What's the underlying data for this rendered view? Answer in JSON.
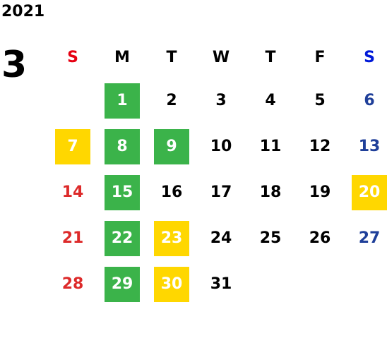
{
  "calendar": {
    "year": "2021",
    "month": "3",
    "weekdays": [
      "S",
      "M",
      "T",
      "W",
      "T",
      "F",
      "S"
    ],
    "colors": {
      "sunday": "#dd2a2a",
      "saturday": "#1f3f99",
      "green": "#3bb34a",
      "yellow": "#ffd700"
    },
    "weeks": [
      [
        {
          "day": ""
        },
        {
          "day": "1",
          "highlight": "green"
        },
        {
          "day": "2"
        },
        {
          "day": "3"
        },
        {
          "day": "4"
        },
        {
          "day": "5"
        },
        {
          "day": "6"
        }
      ],
      [
        {
          "day": "7",
          "highlight": "yellow"
        },
        {
          "day": "8",
          "highlight": "green"
        },
        {
          "day": "9",
          "highlight": "green"
        },
        {
          "day": "10"
        },
        {
          "day": "11"
        },
        {
          "day": "12"
        },
        {
          "day": "13"
        }
      ],
      [
        {
          "day": "14"
        },
        {
          "day": "15",
          "highlight": "green"
        },
        {
          "day": "16"
        },
        {
          "day": "17"
        },
        {
          "day": "18"
        },
        {
          "day": "19"
        },
        {
          "day": "20",
          "highlight": "yellow"
        }
      ],
      [
        {
          "day": "21"
        },
        {
          "day": "22",
          "highlight": "green"
        },
        {
          "day": "23",
          "highlight": "yellow"
        },
        {
          "day": "24"
        },
        {
          "day": "25"
        },
        {
          "day": "26"
        },
        {
          "day": "27"
        }
      ],
      [
        {
          "day": "28"
        },
        {
          "day": "29",
          "highlight": "green"
        },
        {
          "day": "30",
          "highlight": "yellow"
        },
        {
          "day": "31"
        },
        {
          "day": ""
        },
        {
          "day": ""
        },
        {
          "day": ""
        }
      ]
    ]
  }
}
